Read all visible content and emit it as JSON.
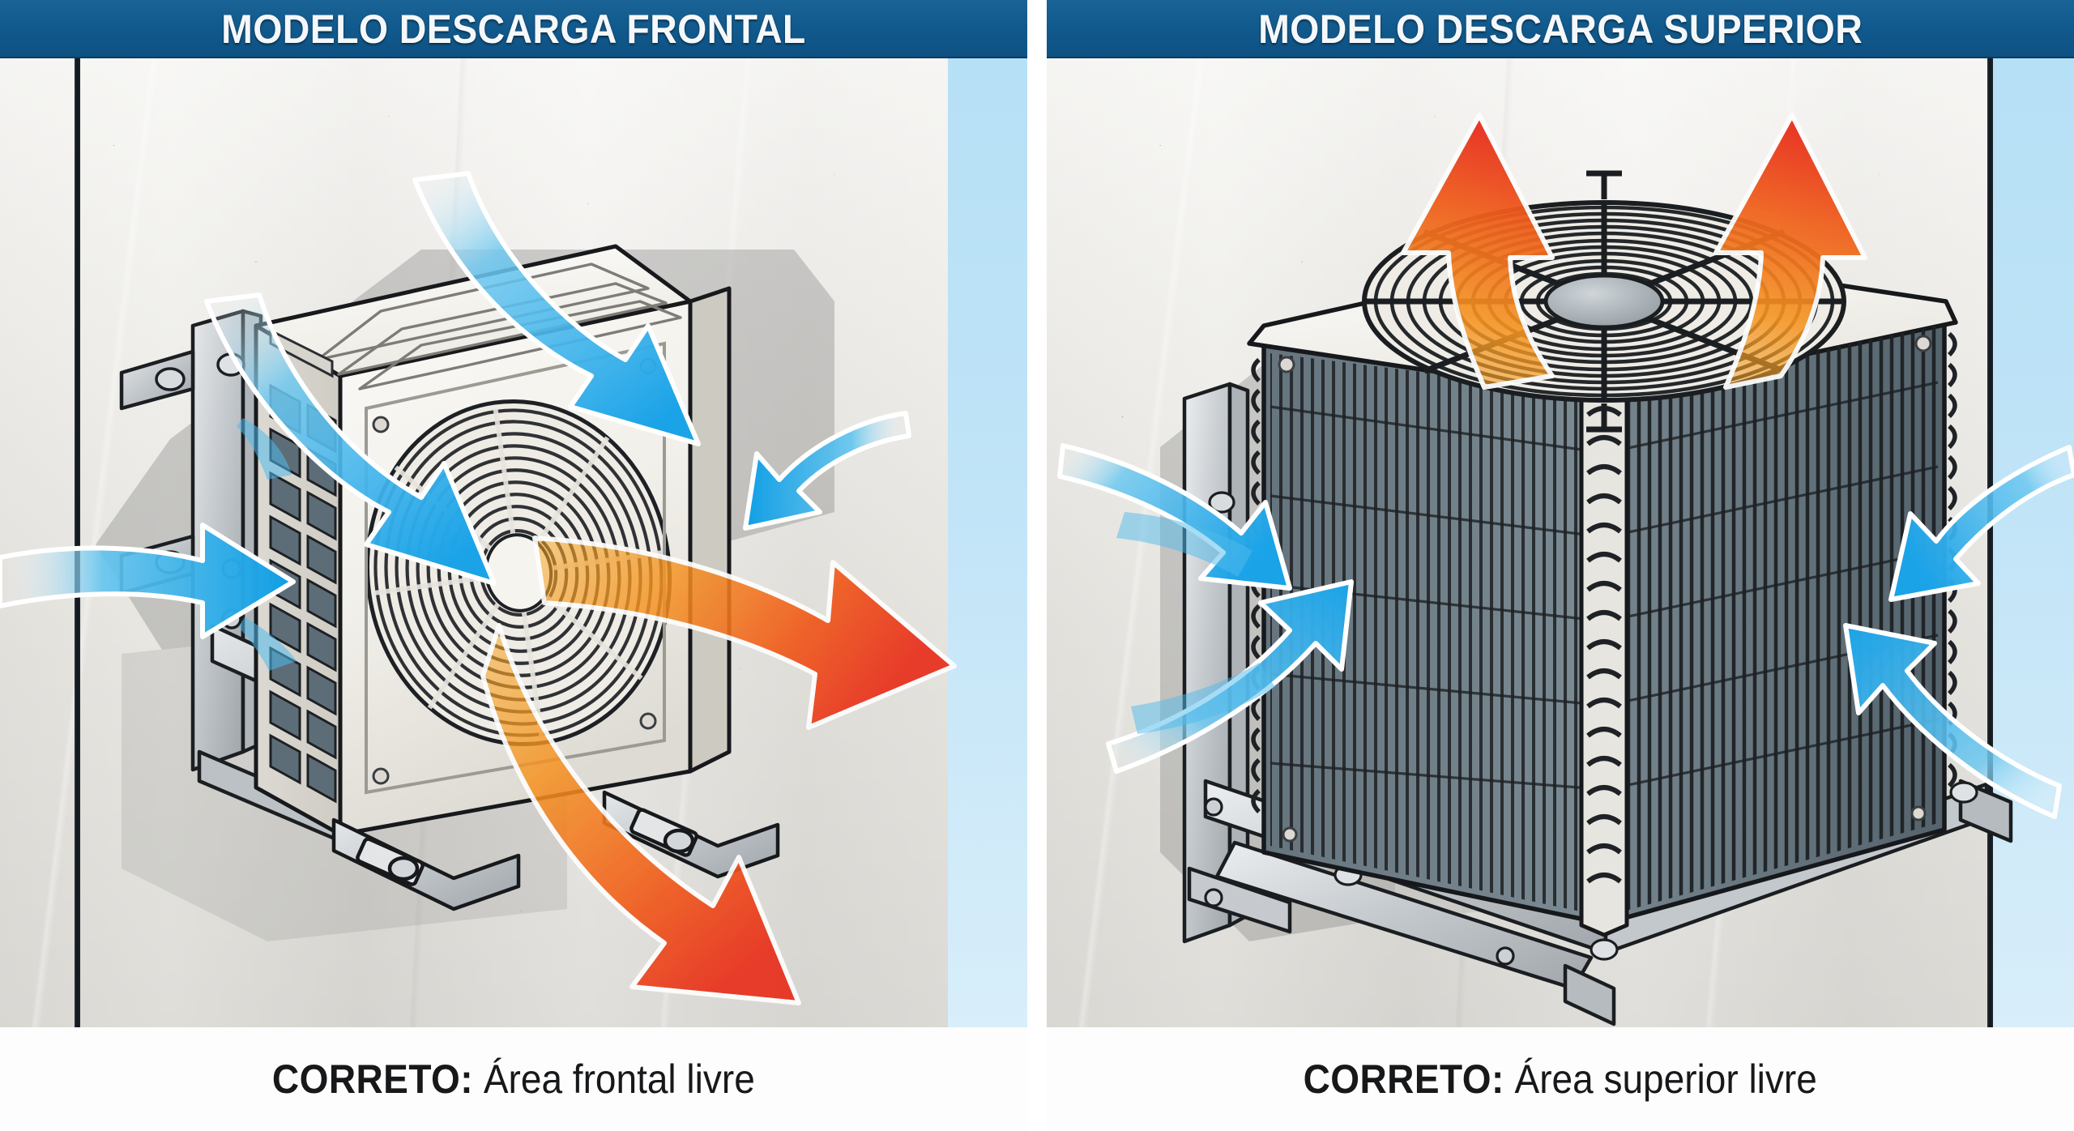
{
  "document": {
    "kind": "instructional-diagram",
    "language": "pt-BR",
    "subject": "Instalação de condensadora de ar-condicionado — área livre de descarga"
  },
  "colors": {
    "header_blue": "#115a8d",
    "header_text": "#f4f8fb",
    "intake_arrow_blue": "#1ba3e8",
    "exhaust_arrow_orange": "#f08a1e",
    "exhaust_arrow_red": "#e8301c",
    "wall_concrete": "#e9e7e2",
    "sky_blue": "#bfe3f7",
    "caption_text": "#17181a",
    "panel_background": "#ffffff",
    "metal_bracket": "#c9cdd1",
    "coil_fin": "#5e6b72"
  },
  "panels": [
    {
      "id": "frontal",
      "header": {
        "title": "MODELO DESCARGA FRONTAL"
      },
      "caption": {
        "bold": "CORRETO:",
        "rest": " Área frontal livre"
      },
      "illustration": {
        "name": "condensadora-descarga-frontal",
        "unit_type": "wall-mounted split outdoor unit, front discharge",
        "fan_count": 1,
        "fan_position": "front face",
        "mounting": "L-shaped steel wall bracket with bolts",
        "intake_arrows": [
          {
            "name": "intake-arrow-top-left",
            "direction": "down-right",
            "color": "#1ba3e8"
          },
          {
            "name": "intake-arrow-top-right",
            "direction": "down-right",
            "color": "#1ba3e8"
          },
          {
            "name": "intake-arrow-left",
            "direction": "right",
            "color": "#1ba3e8"
          },
          {
            "name": "intake-arrow-right",
            "direction": "left",
            "color": "#1ba3e8"
          }
        ],
        "exhaust_arrows": [
          {
            "name": "exhaust-arrow-upper",
            "direction": "right",
            "color_start": "#f4a021",
            "color_end": "#e8301c"
          },
          {
            "name": "exhaust-arrow-lower",
            "direction": "down-right",
            "color_start": "#f4a021",
            "color_end": "#e8301c"
          }
        ]
      }
    },
    {
      "id": "superior",
      "header": {
        "title": "MODELO DESCARGA SUPERIOR"
      },
      "caption": {
        "bold": "CORRETO:",
        "rest": " Área superior livre"
      },
      "illustration": {
        "name": "condensadora-descarga-superior",
        "unit_type": "vertical condenser, top discharge",
        "fan_count": 1,
        "fan_position": "top face",
        "mounting": "braced steel wall bracket platform with bolts",
        "intake_arrows": [
          {
            "name": "intake-arrow-left-upper",
            "direction": "down-right",
            "color": "#1ba3e8"
          },
          {
            "name": "intake-arrow-left-lower",
            "direction": "up-right",
            "color": "#1ba3e8"
          },
          {
            "name": "intake-arrow-right-upper",
            "direction": "down-left",
            "color": "#1ba3e8"
          },
          {
            "name": "intake-arrow-right-lower",
            "direction": "up-left",
            "color": "#1ba3e8"
          }
        ],
        "exhaust_arrows": [
          {
            "name": "exhaust-arrow-up-left",
            "direction": "up",
            "color_start": "#f4a021",
            "color_end": "#e8301c"
          },
          {
            "name": "exhaust-arrow-up-right",
            "direction": "up",
            "color_start": "#f4a021",
            "color_end": "#e8301c"
          }
        ]
      }
    }
  ]
}
